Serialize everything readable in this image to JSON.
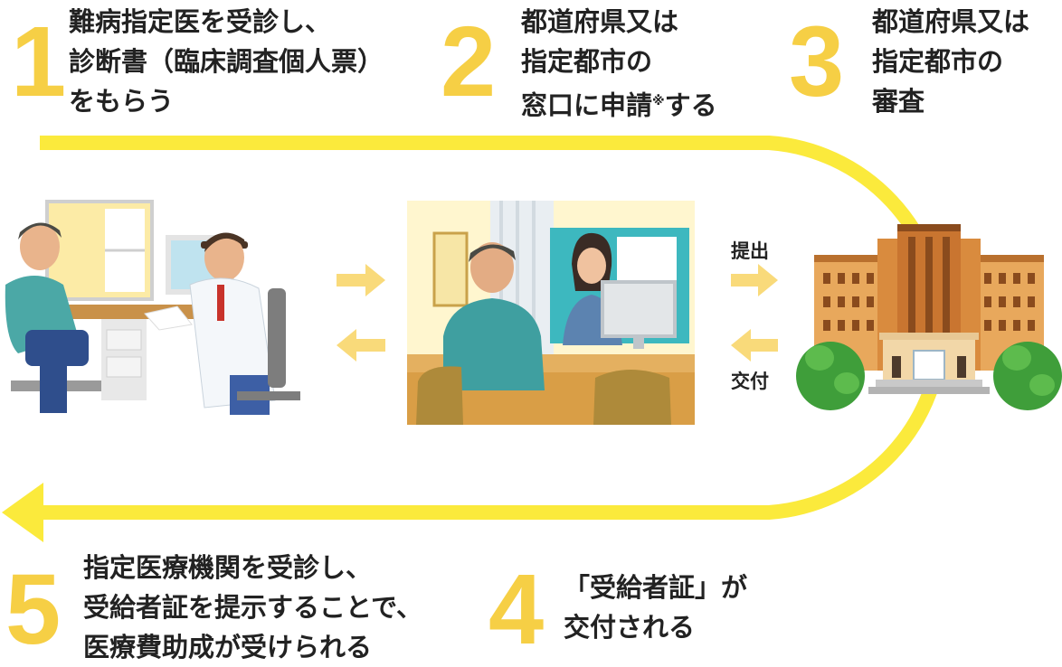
{
  "steps": [
    {
      "number": "1",
      "lines": [
        "難病指定医を受診し、",
        "診断書（臨床調査個人票）",
        "をもらう"
      ]
    },
    {
      "number": "2",
      "lines": [
        "都道府県又は",
        "指定都市の",
        "窓口に申請",
        "※",
        "する"
      ]
    },
    {
      "number": "3",
      "lines": [
        "都道府県又は",
        "指定都市の",
        "審査"
      ]
    },
    {
      "number": "4",
      "lines": [
        "「受給者証」が",
        "交付される"
      ]
    },
    {
      "number": "5",
      "lines": [
        "指定医療機関を受診し、",
        "受給者証を提示することで、",
        "医療費助成が受けられる"
      ]
    }
  ],
  "labels": {
    "submit": "提出",
    "issue": "交付"
  },
  "colors": {
    "accent_yellow": "#F6CF45",
    "track_yellow": "#FBEA3C",
    "arrow_light": "#F9DA7A"
  }
}
